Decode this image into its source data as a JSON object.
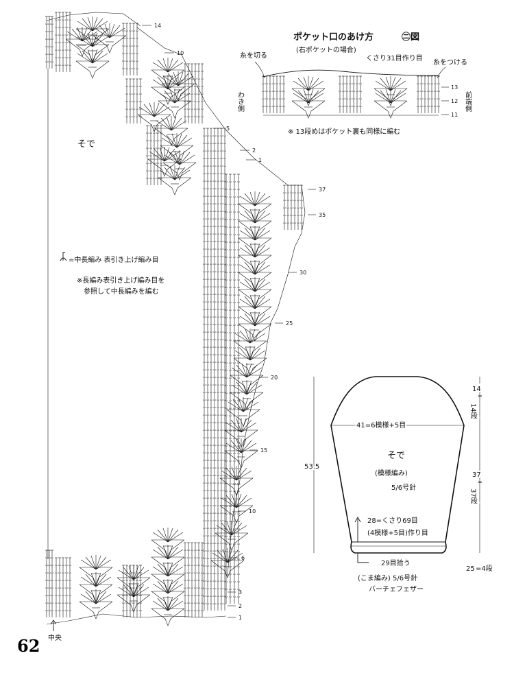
{
  "page_number": "62",
  "main_chart": {
    "title": "そで",
    "legend_line1": "=中長編み 表引き上げ編み目",
    "legend_line2": "※長編み表引き上げ編み目を",
    "legend_line3": "参照して中長編みを編む",
    "center_label": "中央",
    "upper_rows": [
      "14",
      "10",
      "5",
      "2",
      "1"
    ],
    "lower_rows": [
      "37",
      "35",
      "30",
      "25",
      "20",
      "15",
      "10",
      "6",
      "3",
      "2",
      "1"
    ]
  },
  "pocket": {
    "title": "ポケット口のあけ方",
    "figure": "㊁図",
    "subtitle": "(右ポケットの場合)",
    "chain": "くさり31目作り目",
    "cut_yarn": "糸を切る",
    "attach_yarn": "糸をつける",
    "side_left": "わき側",
    "side_right": "前端側",
    "rows": [
      "13",
      "12",
      "11"
    ],
    "note": "※ 13段めはポケット裏も同様に編む"
  },
  "schematic": {
    "title": "そで",
    "pattern": "(模様編み)",
    "needle": "5/6号針",
    "top_width": "41=6模様+5目",
    "height": "53.5",
    "cap_height": "14",
    "cap_rows": "14段",
    "body_height": "37",
    "body_rows": "37段",
    "cuff_height": "25",
    "cuff_rows": "=4段",
    "ditto": "=",
    "cast_on_1": "28=くさり69目",
    "cast_on_2": "(4模様+5目)作り目",
    "pickup": "29目拾う",
    "cuff_stitch": "(こま編み) 5/6号針",
    "yarn": "バーチェフェザー"
  }
}
